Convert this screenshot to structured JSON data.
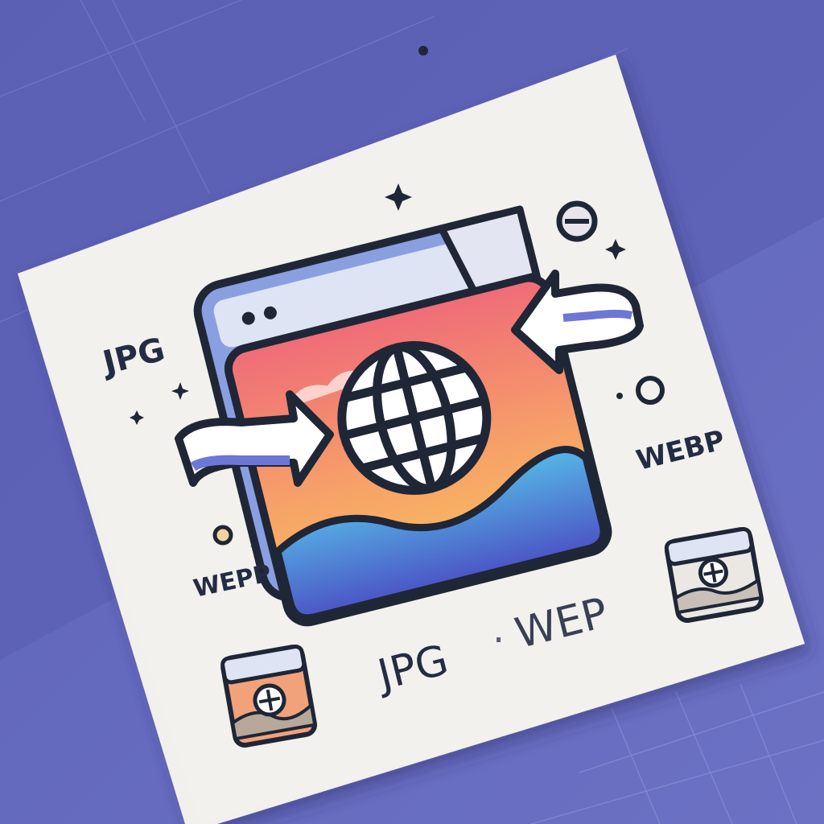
{
  "labels": {
    "jpg_left": "JPG",
    "webp_right": "WEBP",
    "webp_left": "WEPP",
    "bottom_jpg": "JPG",
    "bottom_sep": "·",
    "bottom_wep": "WEP"
  },
  "colors": {
    "background": "#6a6fc0",
    "paper": "#f1f0ec",
    "outline": "#1f2636",
    "folder_blue": "#8a9fe0",
    "sunset_top": "#ef6b78",
    "sunset_bottom": "#f7b561",
    "water": "#4d63c8"
  },
  "icons": {
    "main": "image-folder-globe-icon",
    "arrow_in_left": "arrow-right-icon",
    "arrow_in_right": "arrow-left-icon",
    "small_folder_left": "image-folder-icon",
    "small_folder_right": "image-folder-icon"
  }
}
